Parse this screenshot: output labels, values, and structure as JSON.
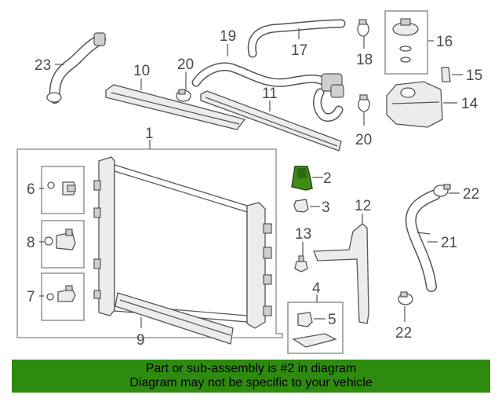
{
  "callouts": {
    "c1": "1",
    "c2": "2",
    "c3": "3",
    "c4": "4",
    "c5": "5",
    "c6": "6",
    "c7": "7",
    "c8": "8",
    "c9": "9",
    "c10": "10",
    "c11": "11",
    "c12": "12",
    "c13": "13",
    "c14": "14",
    "c15": "15",
    "c16": "16",
    "c17": "17",
    "c18": "18",
    "c19": "19",
    "c20a": "20",
    "c20b": "20",
    "c21": "21",
    "c22a": "22",
    "c22b": "22",
    "c23": "23"
  },
  "highlighted_part": "2",
  "colors": {
    "highlight_part": "#3f8c1a",
    "banner_bg": "#2e8b10",
    "line": "#555555",
    "panel": "#d9d9d9"
  },
  "banner": {
    "line1": "Part or sub-assembly is #2 in diagram",
    "line2": "Diagram may not be specific to your vehicle"
  }
}
